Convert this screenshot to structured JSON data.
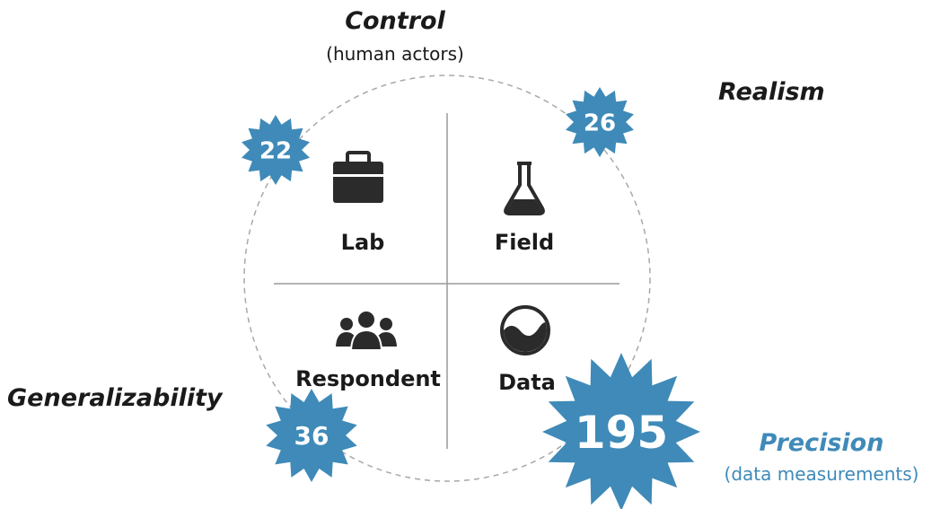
{
  "axes": {
    "top": {
      "title": "Control",
      "subtitle": "(human actors)"
    },
    "top_right": {
      "title": "Realism"
    },
    "left": {
      "title": "Generalizability"
    },
    "bottom_right": {
      "title": "Precision",
      "subtitle": "(data measurements)"
    }
  },
  "quadrants": {
    "lab": {
      "label": "Lab",
      "icon": "briefcase-icon"
    },
    "field": {
      "label": "Field",
      "icon": "flask-icon"
    },
    "respondent": {
      "label": "Respondent",
      "icon": "people-icon"
    },
    "data": {
      "label": "Data",
      "icon": "wave-circle-icon"
    }
  },
  "counts": {
    "lab": "22",
    "field": "26",
    "respondent": "36",
    "data": "195"
  },
  "colors": {
    "accent": "#3f8ab8",
    "icon": "#2b2b2b",
    "circle": "#a8a8a8",
    "divider": "#9a9a9a"
  }
}
